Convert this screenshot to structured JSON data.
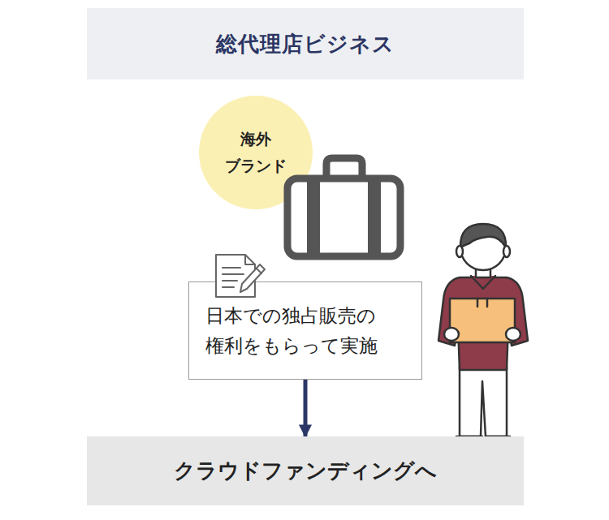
{
  "diagram": {
    "title": "総代理店ビジネス",
    "nodes": [
      {
        "text": [
          "海外 ブランド"
        ]
      },
      {
        "text": [
          "日本での独占販売の 権利をもらって実施"
        ]
      },
      {
        "text": [
          "クラウドファンディングへ"
        ]
      }
    ],
    "edges": [
      {
        "from": 1,
        "to": 2,
        "arrow": "to"
      }
    ]
  }
}
